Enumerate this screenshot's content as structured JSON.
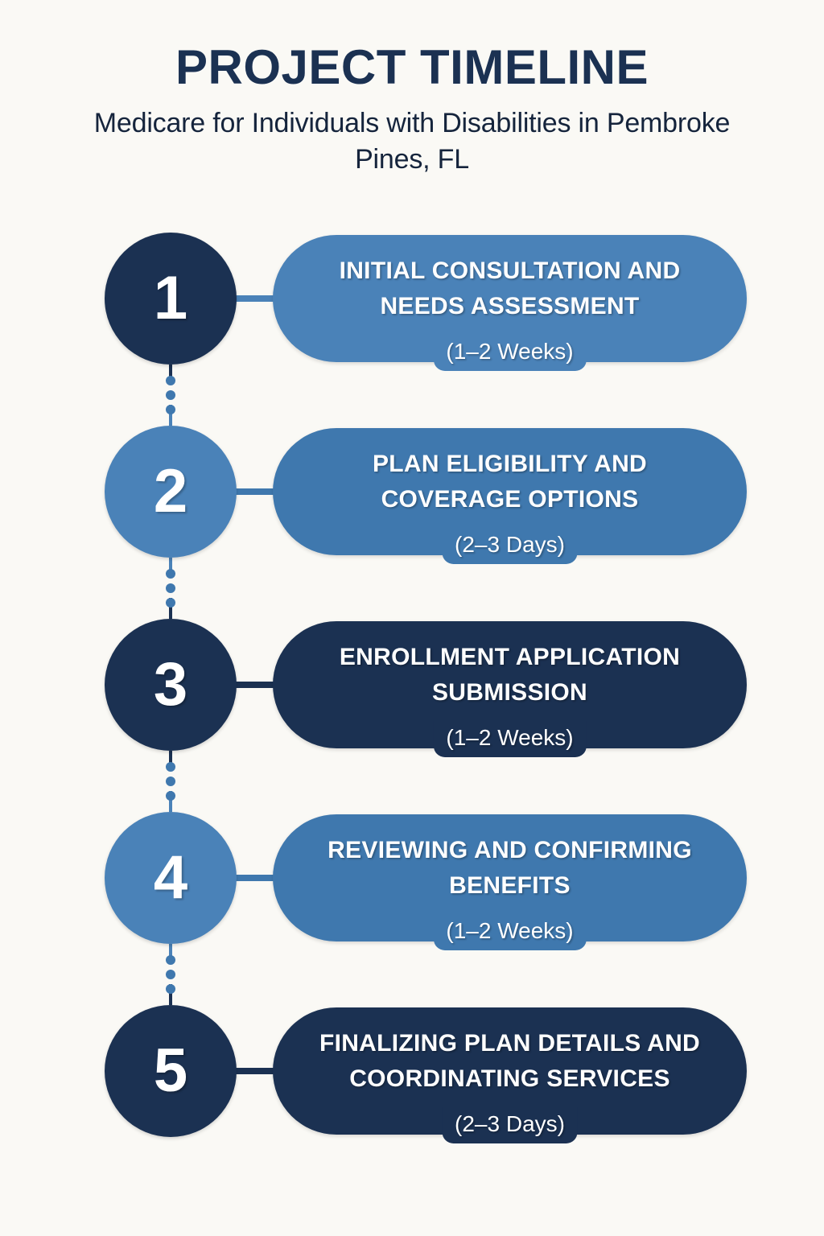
{
  "header": {
    "title": "PROJECT TIMELINE",
    "subtitle": "Medicare for Individuals with Disabilities in Pembroke Pines, FL"
  },
  "colors": {
    "background": "#faf9f5",
    "dark_navy": "#1b3152",
    "medium_blue": "#4a82b8",
    "text_light": "#ffffff",
    "title_color": "#1b3152",
    "connector": "#3f78ae"
  },
  "steps": [
    {
      "number": "1",
      "label": "INITIAL CONSULTATION AND NEEDS ASSESSMENT",
      "duration": "(1–2 Weeks)",
      "circle_color": "#1b3152",
      "pill_color": "#4a82b8"
    },
    {
      "number": "2",
      "label": "PLAN ELIGIBILITY AND COVERAGE OPTIONS",
      "duration": "(2–3 Days)",
      "circle_color": "#4a82b8",
      "pill_color": "#3f78ae"
    },
    {
      "number": "3",
      "label": "ENROLLMENT APPLICATION SUBMISSION",
      "duration": "(1–2 Weeks)",
      "circle_color": "#1b3152",
      "pill_color": "#1b3152"
    },
    {
      "number": "4",
      "label": "REVIEWING AND CONFIRMING BENEFITS",
      "duration": "(1–2 Weeks)",
      "circle_color": "#4a82b8",
      "pill_color": "#3f78ae"
    },
    {
      "number": "5",
      "label": "FINALIZING PLAN DETAILS AND COORDINATING SERVICES",
      "duration": "(2–3 Days)",
      "circle_color": "#1b3152",
      "pill_color": "#1b3152"
    }
  ]
}
